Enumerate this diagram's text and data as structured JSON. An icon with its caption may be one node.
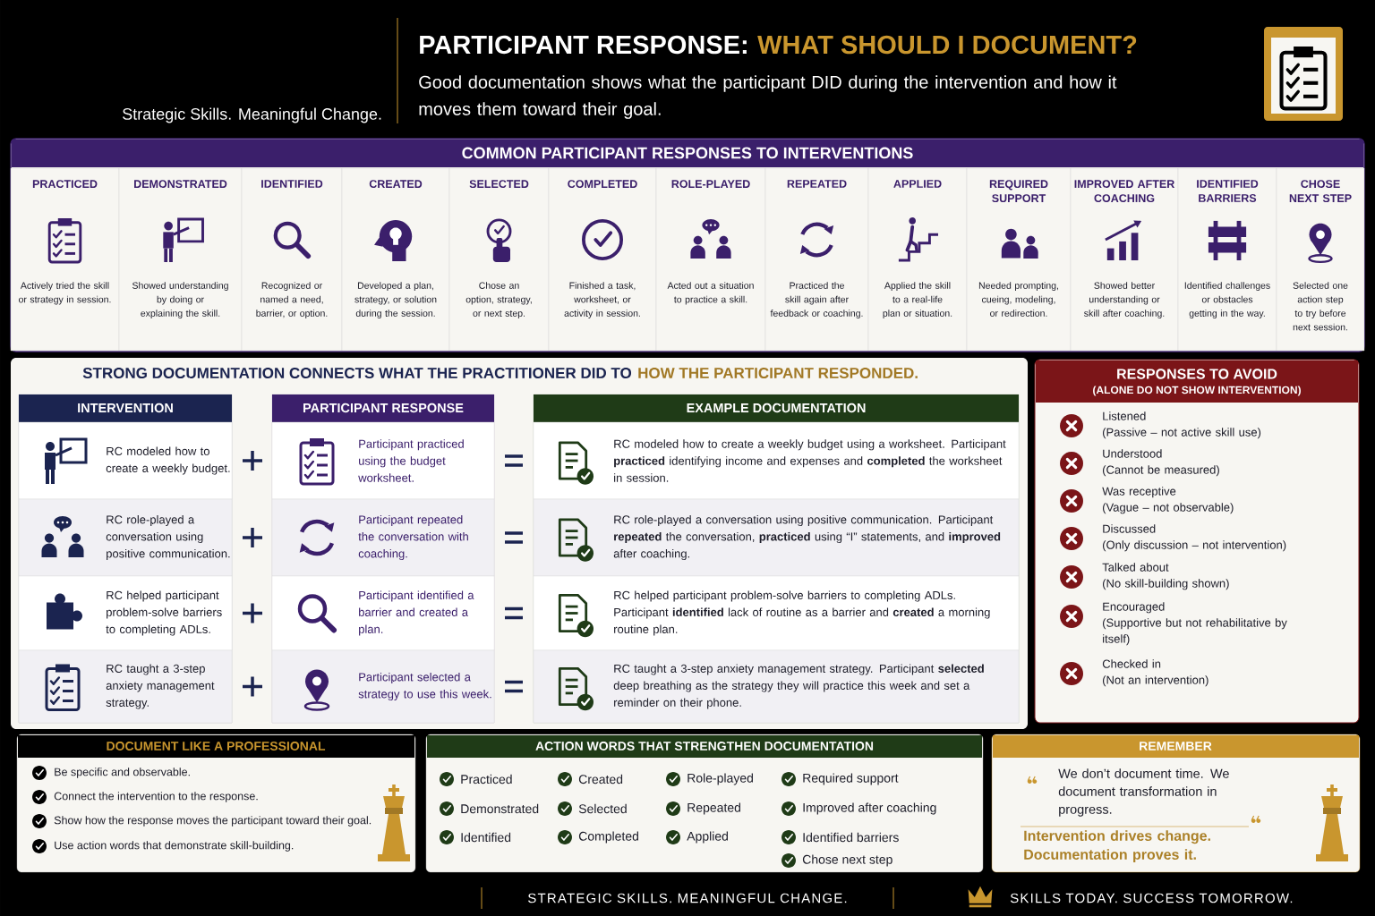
{
  "diagram": {
    "title": "PARTICIPANT RESPONSE:",
    "nodes": [
      {
        "text": [
          "COMMON PARTICIPANT RESPONSES TO INTERVENTIONS"
        ]
      },
      {
        "text": [
          "PRACTICED",
          "Actively tried the skill or strategy in session."
        ],
        "in": 0
      },
      {
        "text": [
          "DEMONSTRATED",
          "Showed understanding by doing or explaining the skill."
        ],
        "in": 0
      },
      {
        "text": [
          "IDENTIFIED",
          "Recognized or named a need, barrier, or option."
        ],
        "in": 0
      },
      {
        "text": [
          "CREATED",
          "Developed a plan, strategy, or solution during the session."
        ],
        "in": 0
      },
      {
        "text": [
          "SELECTED",
          "Chose an option, strategy, or next step."
        ],
        "in": 0
      },
      {
        "text": [
          "COMPLETED",
          "Finished a task, worksheet, or activity in session."
        ],
        "in": 0
      },
      {
        "text": [
          "ROLE-PLAYED",
          "Acted out a situation to practice a skill."
        ],
        "in": 0
      },
      {
        "text": [
          "REPEATED",
          "Practiced the skill again after feedback or coaching."
        ],
        "in": 0
      },
      {
        "text": [
          "APPLIED",
          "Applied the skill to a real-life plan or situation."
        ],
        "in": 0
      },
      {
        "text": [
          "REQUIRED SUPPORT",
          "Needed prompting, cueing, modeling, or redirection."
        ],
        "in": 0
      },
      {
        "text": [
          "IMPROVED AFTER COACHING",
          "Showed better understanding or skill after coaching."
        ],
        "in": 0
      },
      {
        "text": [
          "IDENTIFIED BARRIERS",
          "Identified challenges or obstacles getting in the way."
        ],
        "in": 0
      },
      {
        "text": [
          "CHOSE NEXT STEP",
          "Selected one action step to try before next session."
        ],
        "in": 0
      },
      {
        "text": [
          "STRONG DOCUMENTATION CONNECTS WHAT THE PRACTITIONER DID TO",
          "HOW THE PARTICIPANT RESPONDED."
        ]
      },
      {
        "text": [
          "INTERVENTION"
        ],
        "in": 14
      },
      {
        "text": [
          "RC modeled how to create a weekly budget."
        ],
        "in": 15
      },
      {
        "text": [
          "RC role-played a conversation using positive communication."
        ],
        "in": 15
      },
      {
        "text": [
          "RC helped participant problem-solve barriers to completing ADLs."
        ],
        "in": 15
      },
      {
        "text": [
          "RC taught a 3-step anxiety management strategy."
        ],
        "in": 15
      },
      {
        "text": [
          "PARTICIPANT RESPONSE"
        ],
        "in": 14
      },
      {
        "text": [
          "Participant practiced using the budget worksheet."
        ],
        "in": 20
      },
      {
        "text": [
          "Participant repeated the conversation with coaching."
        ],
        "in": 20
      },
      {
        "text": [
          "Participant identified a barrier and created a plan."
        ],
        "in": 20
      },
      {
        "text": [
          "Participant selected a strategy to use this week."
        ],
        "in": 20
      },
      {
        "text": [
          "EXAMPLE DOCUMENTATION"
        ],
        "in": 14
      },
      {
        "text": [
          "RC modeled how to create a weekly budget using a worksheet. Participant **practiced** identifying income and expenses and **completed** the worksheet in session."
        ],
        "in": 25
      },
      {
        "text": [
          "RC role-played a conversation using positive communication. Participant **repeated** the conversation, **practiced** using “I” statements, and **improved** after coaching."
        ],
        "in": 25
      },
      {
        "text": [
          "RC helped participant problem-solve barriers to completing ADLs. Participant **identified** lack of routine as a barrier and **created** a morning routine plan."
        ],
        "in": 25
      },
      {
        "text": [
          "RC taught a 3-step anxiety management strategy. Participant **selected** deep breathing as the strategy they will practice this week and set a reminder on their phone."
        ],
        "in": 25
      },
      {
        "text": [
          "RESPONSES TO AVOID",
          "(ALONE DO NOT SHOW INTERVENTION)"
        ]
      },
      {
        "text": [
          "Listened",
          "(Passive – not active skill use)"
        ],
        "in": 30
      },
      {
        "text": [
          "Understood",
          "(Cannot be measured)"
        ],
        "in": 30
      },
      {
        "text": [
          "Was receptive",
          "(Vague – not observable)"
        ],
        "in": 30
      },
      {
        "text": [
          "Discussed",
          "(Only discussion – not intervention)"
        ],
        "in": 30
      },
      {
        "text": [
          "Talked about",
          "(No skill-building shown)"
        ],
        "in": 30
      },
      {
        "text": [
          "Encouraged",
          "(Supportive but not rehabilitative by itself)"
        ],
        "in": 30
      },
      {
        "text": [
          "Checked in",
          "(Not an intervention)"
        ],
        "in": 30
      },
      {
        "text": [
          "DOCUMENT LIKE A PROFESSIONAL",
          "Be specific and observable.",
          "Connect the intervention to the response.",
          "Show how the response moves the participant toward their goal.",
          "Use action words that demonstrate skill-building."
        ]
      },
      {
        "text": [
          "ACTION WORDS THAT STRENGTHEN DOCUMENTATION",
          "Practiced",
          "Demonstrated",
          "Identified",
          "Created",
          "Selected",
          "Completed",
          "Role-played",
          "Repeated",
          "Applied",
          "Required support",
          "Improved after coaching",
          "Identified barriers",
          "Chose next step"
        ]
      },
      {
        "text": [
          "REMEMBER",
          "We don’t document time. We document transformation in progress.",
          "Intervention drives change. Documentation proves it."
        ]
      }
    ],
    "labels": [
      "WHAT SHOULD I DOCUMENT?",
      "Good documentation shows what the participant DID during the intervention and how it moves them toward their goal.",
      "Strategic Skills. Meaningful Change.",
      "STRATEGIC SKILLS. MEANINGFUL CHANGE.",
      "SKILLS TODAY. SUCCESS TOMORROW."
    ]
  }
}
